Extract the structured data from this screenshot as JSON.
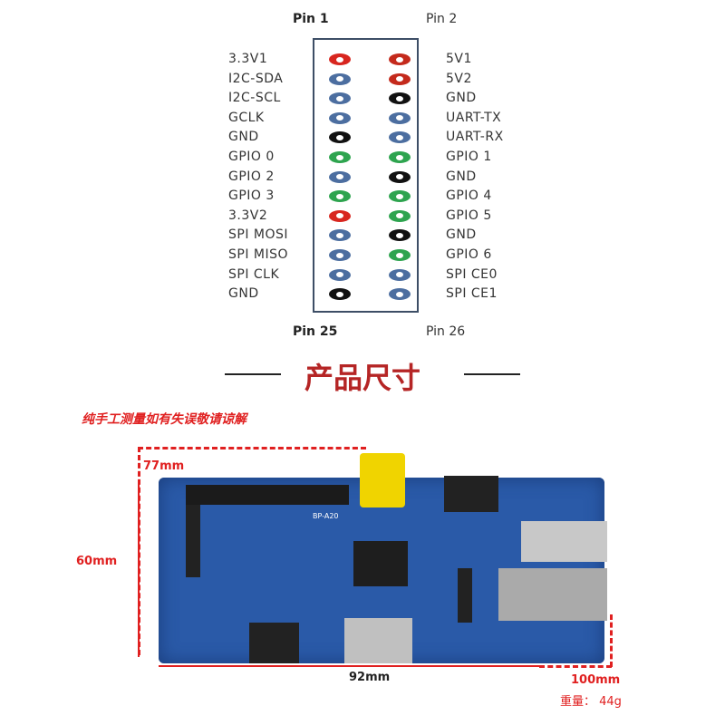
{
  "pinout": {
    "pin1_label": "Pin 1",
    "pin2_label": "Pin 2",
    "pin25_label": "Pin 25",
    "pin26_label": "Pin 26",
    "rows": [
      {
        "left": "3.3V1",
        "right": "5V1",
        "left_color": "#d8261f",
        "right_color": "#c42a1c"
      },
      {
        "left": "I2C-SDA",
        "right": "5V2",
        "left_color": "#4c6ea0",
        "right_color": "#c42a1c"
      },
      {
        "left": "I2C-SCL",
        "right": "GND",
        "left_color": "#4c6ea0",
        "right_color": "#111111"
      },
      {
        "left": "GCLK",
        "right": "UART-TX",
        "left_color": "#4c6ea0",
        "right_color": "#4c6ea0"
      },
      {
        "left": "GND",
        "right": "UART-RX",
        "left_color": "#111111",
        "right_color": "#4c6ea0"
      },
      {
        "left": "GPIO 0",
        "right": "GPIO 1",
        "left_color": "#2ea44f",
        "right_color": "#2ea44f"
      },
      {
        "left": "GPIO 2",
        "right": "GND",
        "left_color": "#4c6ea0",
        "right_color": "#111111"
      },
      {
        "left": "GPIO 3",
        "right": "GPIO 4",
        "left_color": "#2ea44f",
        "right_color": "#2ea44f"
      },
      {
        "left": "3.3V2",
        "right": "GPIO 5",
        "left_color": "#d8261f",
        "right_color": "#2ea44f"
      },
      {
        "left": "SPI MOSI",
        "right": "GND",
        "left_color": "#4c6ea0",
        "right_color": "#111111"
      },
      {
        "left": "SPI MISO",
        "right": "GPIO 6",
        "left_color": "#4c6ea0",
        "right_color": "#2ea44f"
      },
      {
        "left": "SPI CLK",
        "right": "SPI CE0",
        "left_color": "#4c6ea0",
        "right_color": "#4c6ea0"
      },
      {
        "left": "GND",
        "right": "SPI CE1",
        "left_color": "#111111",
        "right_color": "#4c6ea0"
      }
    ]
  },
  "section_title": "产品尺寸",
  "note": "纯手工测量如有失误敬请谅解",
  "dimensions": {
    "width_top": "77mm",
    "height": "60mm",
    "length": "92mm",
    "overall": "100mm",
    "weight": "重量：  44g"
  },
  "board": {
    "model": "BP-A20"
  }
}
